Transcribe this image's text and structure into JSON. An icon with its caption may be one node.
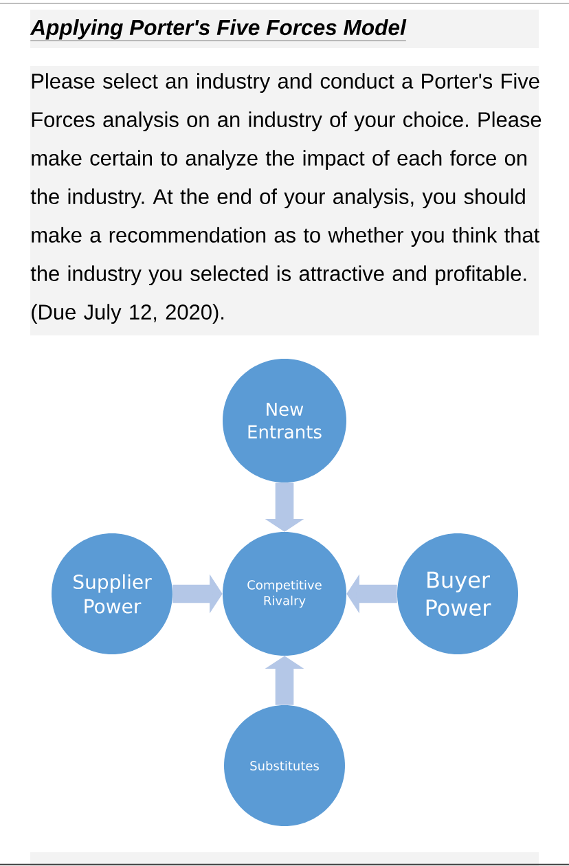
{
  "diagram": {
    "title": "Applying Porter's Five Forces Model",
    "nodes": [
      {
        "text": [
          "New Entrants"
        ]
      },
      {
        "text": [
          "Supplier Power"
        ]
      },
      {
        "text": [
          "Competitive Rivalry"
        ]
      },
      {
        "text": [
          "Buyer Power"
        ]
      },
      {
        "text": [
          "Substitutes"
        ]
      }
    ],
    "edges": [
      {
        "from": 0,
        "to": 2,
        "arrow": "to"
      },
      {
        "from": 1,
        "to": 2,
        "arrow": "to"
      },
      {
        "from": 3,
        "to": 2,
        "arrow": "to"
      },
      {
        "from": 4,
        "to": 2,
        "arrow": "to"
      }
    ],
    "labels": [
      "Please select an industry and conduct a Porter's Five Forces analysis on an industry of your choice. Please make certain to analyze the impact of each force on the industry. At the end of your analysis, you should make a recommendation as to whether you think that the industry you selected is attractive and profitable. (Due July 12, 2020)."
    ]
  }
}
